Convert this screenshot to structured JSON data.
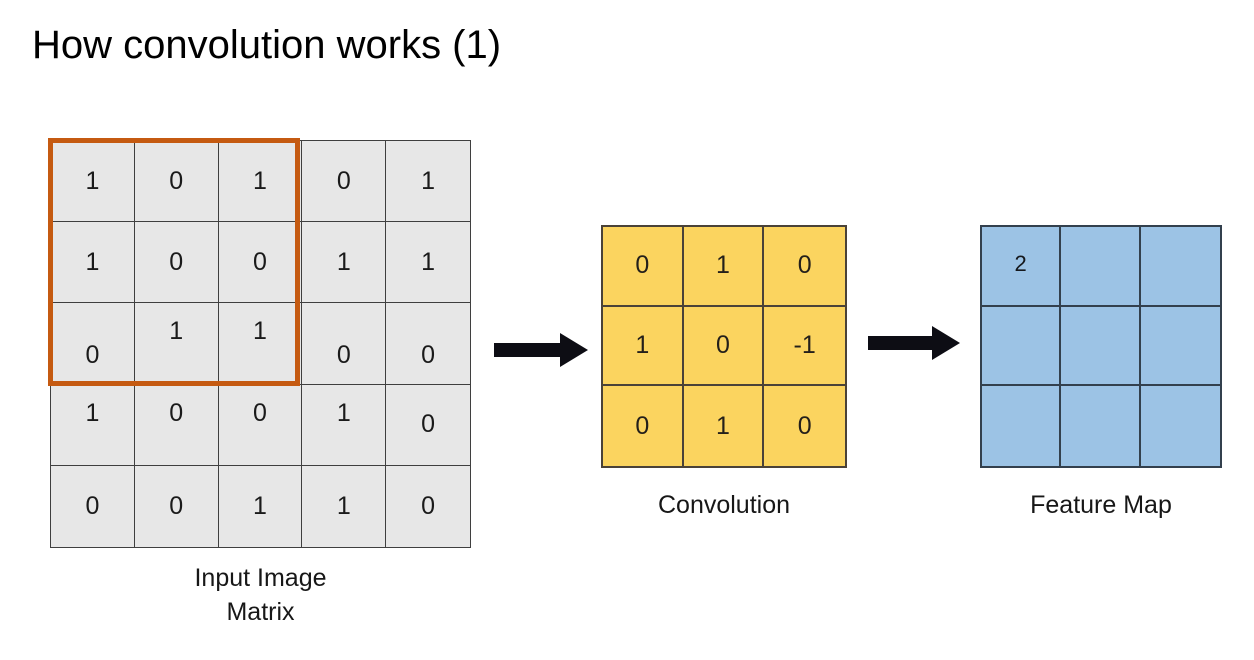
{
  "slide": {
    "title": "How convolution works (1)",
    "background": "#ffffff"
  },
  "colors": {
    "input_cell": "#e7e7e7",
    "input_border": "#3f3f3f",
    "selection_outline": "#c55a11",
    "kernel_cell": "#fbd45f",
    "kernel_border": "#4a4238",
    "feature_cell": "#9cc3e5",
    "feature_border": "#33404d",
    "arrow": "#0d0d14",
    "text": "#000000"
  },
  "input_matrix": {
    "caption_line_1": "Input Image",
    "caption_line_2": "Matrix",
    "rows": 5,
    "cols": 5,
    "values": [
      [
        "1",
        "0",
        "1",
        "0",
        "1"
      ],
      [
        "1",
        "0",
        "0",
        "1",
        "1"
      ],
      [
        "0",
        "1",
        "1",
        "0",
        "0"
      ],
      [
        "1",
        "0",
        "0",
        "1",
        "0"
      ],
      [
        "0",
        "0",
        "1",
        "1",
        "0"
      ]
    ],
    "selection": {
      "label": "receptive-field-3x3",
      "row_start": 0,
      "col_start": 0,
      "rows": 3,
      "cols": 3
    }
  },
  "kernel_matrix": {
    "caption": "Convolution",
    "rows": 3,
    "cols": 3,
    "values": [
      [
        "0",
        "1",
        "0"
      ],
      [
        "1",
        "0",
        "-1"
      ],
      [
        "0",
        "1",
        "0"
      ]
    ]
  },
  "feature_map": {
    "caption": "Feature Map",
    "rows": 3,
    "cols": 3,
    "values": [
      [
        "2",
        "",
        ""
      ],
      [
        "",
        "",
        ""
      ],
      [
        "",
        "",
        ""
      ]
    ]
  },
  "arrows": [
    {
      "name": "arrow-input-to-kernel",
      "direction": "right"
    },
    {
      "name": "arrow-kernel-to-feature",
      "direction": "right"
    }
  ],
  "chart_data": {
    "type": "table",
    "title": "How convolution works (1)",
    "description": "A 5x5 binary input image matrix with a 3x3 receptive-field window highlighted in the top-left, convolved with a 3x3 kernel to produce a 3x3 feature map whose first value is 2.",
    "tables": [
      {
        "name": "Input Image Matrix",
        "rows": [
          [
            1,
            0,
            1,
            0,
            1
          ],
          [
            1,
            0,
            0,
            1,
            1
          ],
          [
            0,
            1,
            1,
            0,
            0
          ],
          [
            1,
            0,
            0,
            1,
            0
          ],
          [
            0,
            0,
            1,
            1,
            0
          ]
        ]
      },
      {
        "name": "Convolution",
        "rows": [
          [
            0,
            1,
            0
          ],
          [
            1,
            0,
            -1
          ],
          [
            0,
            1,
            0
          ]
        ]
      },
      {
        "name": "Feature Map",
        "rows": [
          [
            2,
            null,
            null
          ],
          [
            null,
            null,
            null
          ],
          [
            null,
            null,
            null
          ]
        ]
      }
    ]
  }
}
